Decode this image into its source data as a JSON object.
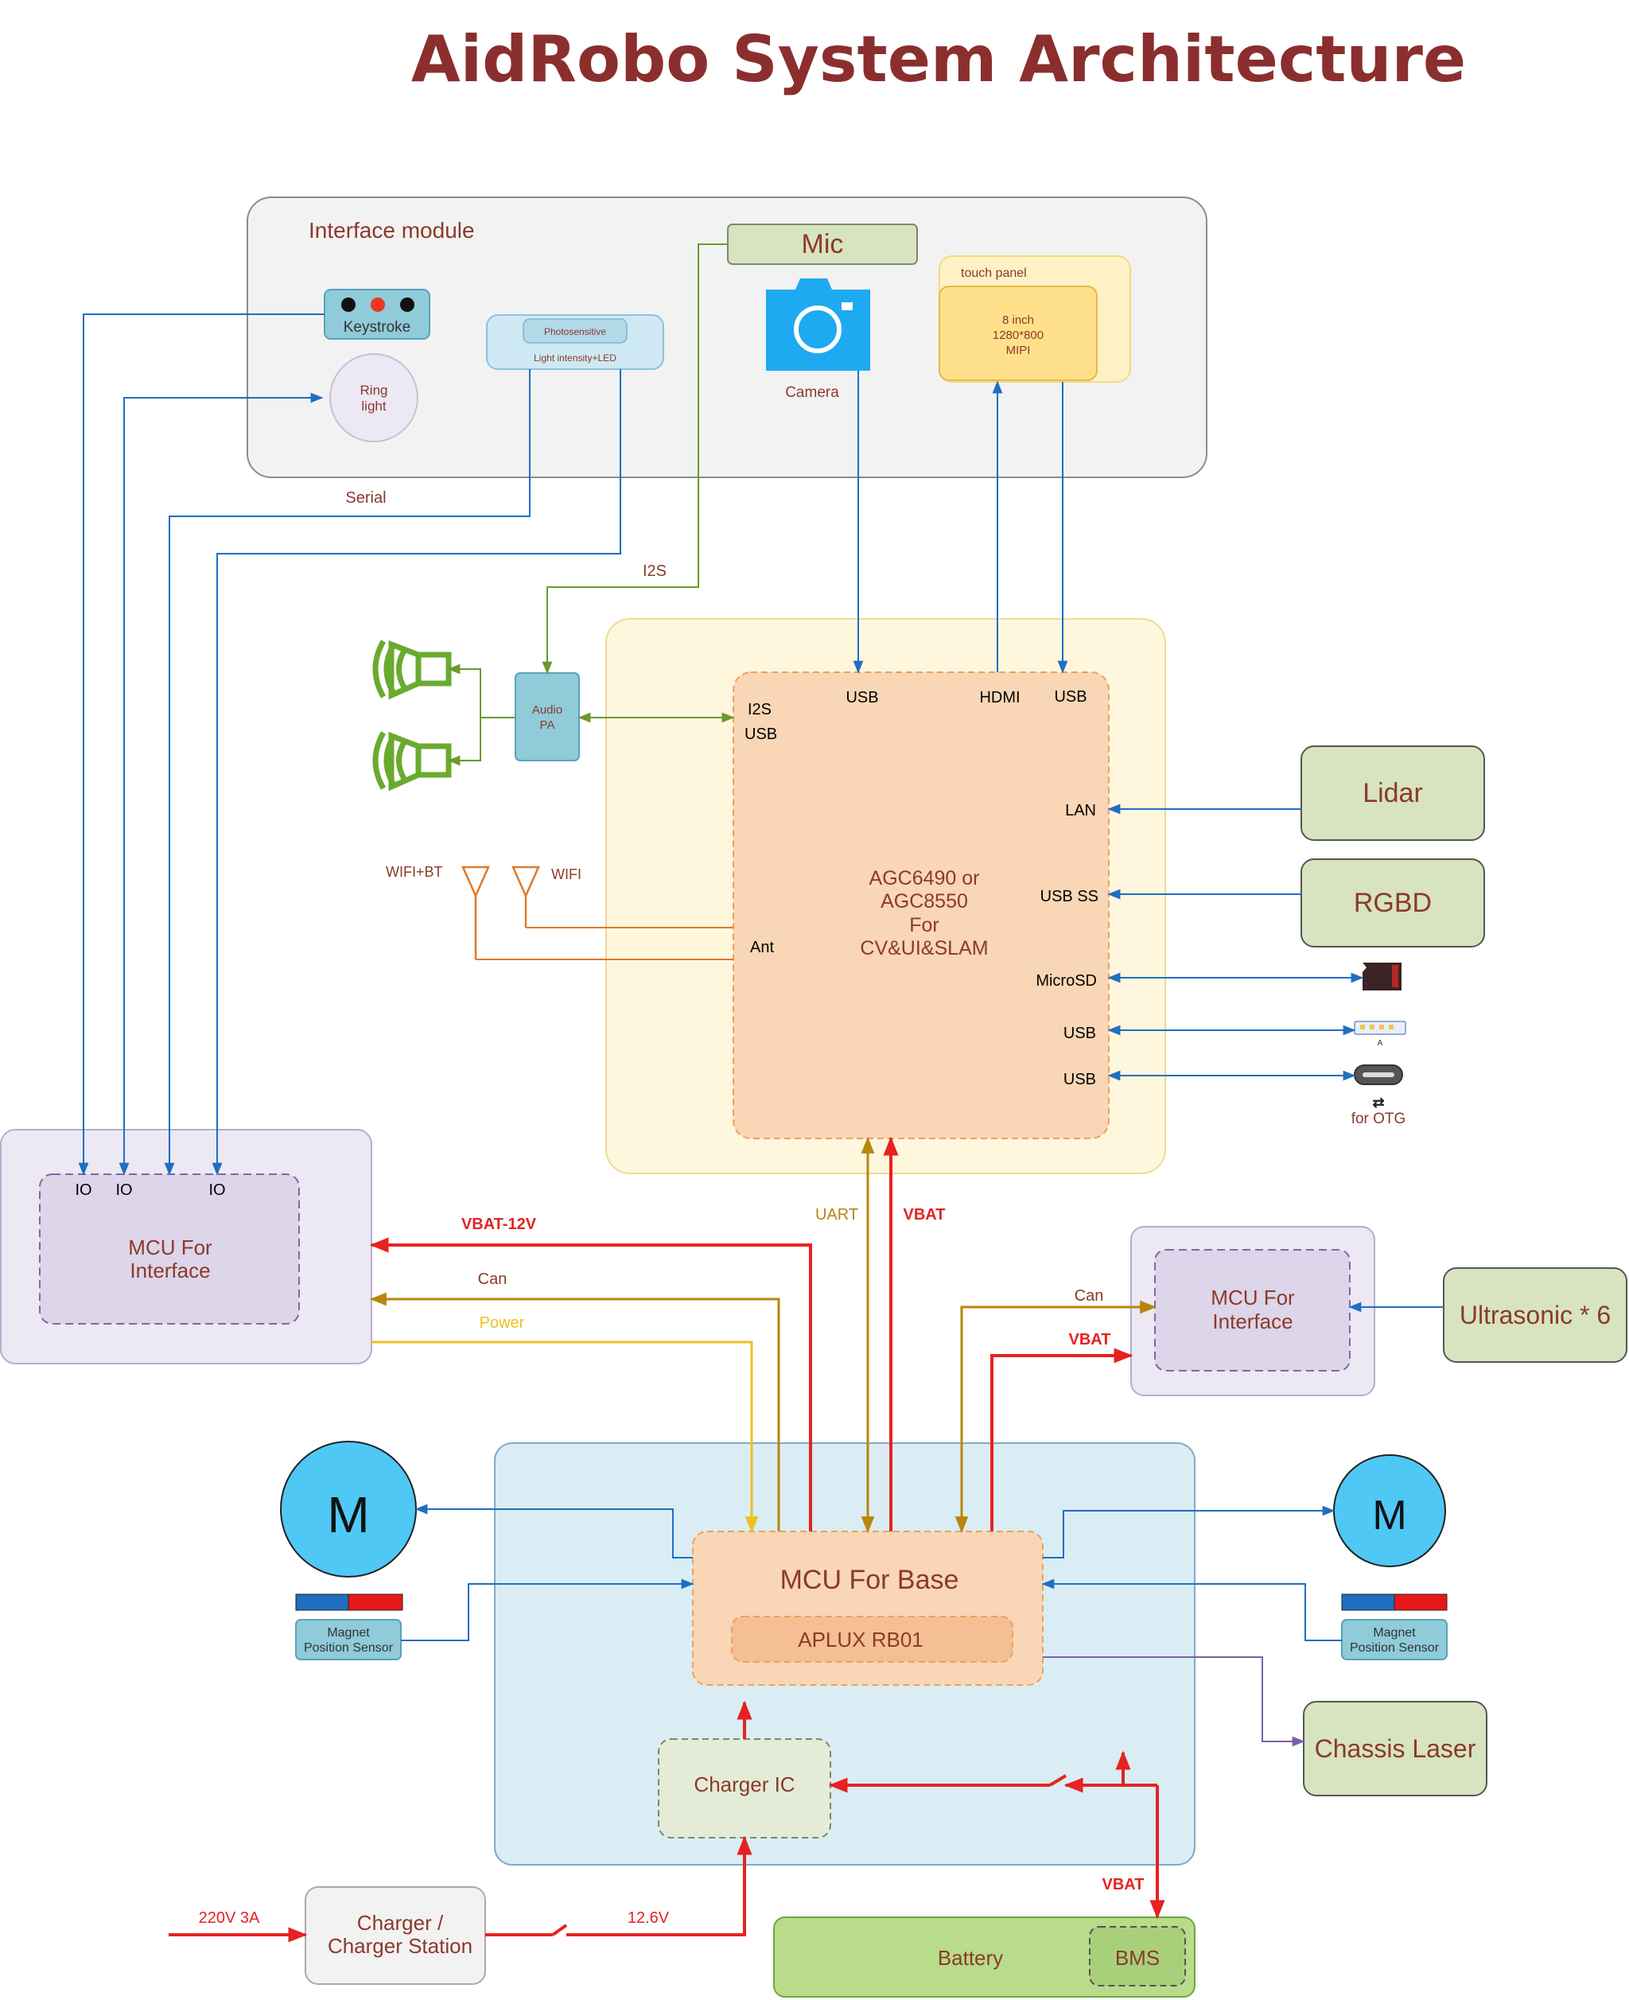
{
  "title": "AidRobo System Architecture",
  "interface_module": {
    "label": "Interface module",
    "keystroke": "Keystroke",
    "ring_light": [
      "Ring",
      "light"
    ],
    "photosensitive": "Photosensitive",
    "light_led": "Light intensity+LED",
    "mic": "Mic",
    "camera": "Camera",
    "touch_panel": "touch panel",
    "display": [
      "8 inch",
      "1280*800",
      "MIPI"
    ]
  },
  "bus_labels": {
    "serial": "Serial",
    "i2s": "I2S",
    "uart": "UART",
    "vbat": "VBAT",
    "vbat_12v": "VBAT-12V",
    "can": "Can",
    "power": "Power",
    "v12_6": "12.6V",
    "v220": "220V 3A"
  },
  "audio_pa": [
    "Audio",
    "PA"
  ],
  "antennas": {
    "wifi_bt": "WIFI+BT",
    "wifi": "WIFI"
  },
  "soc": {
    "name": [
      "AGC6490 or",
      "AGC8550",
      "For",
      "CV&UI&SLAM"
    ],
    "ports": {
      "usb_top1": "USB",
      "hdmi": "HDMI",
      "usb_top2": "USB",
      "i2s": "I2S",
      "usb_left": "USB",
      "ant": "Ant",
      "lan": "LAN",
      "usb_ss": "USB SS",
      "microsd": "MicroSD",
      "usb_r1": "USB",
      "usb_r2": "USB"
    }
  },
  "peripherals": {
    "lidar": "Lidar",
    "rgbd": "RGBD",
    "usb_a_caption": "A",
    "otg_caption": "for OTG",
    "ultrasonic": "Ultrasonic * 6",
    "chassis_laser": "Chassis Laser"
  },
  "mcu_interface_left": {
    "label": [
      "MCU For",
      "Interface"
    ],
    "io": [
      "IO",
      "IO",
      "IO"
    ]
  },
  "mcu_interface_right": {
    "label": [
      "MCU For",
      "Interface"
    ]
  },
  "mcu_base": {
    "label": "MCU For Base",
    "chip": "APLUX RB01"
  },
  "motor_label": "M",
  "magnet_sensor": [
    "Magnet",
    "Position Sensor"
  ],
  "charger_ic": "Charger IC",
  "charger_station": [
    "Charger /",
    "Charger Station"
  ],
  "battery": {
    "label": "Battery",
    "bms": "BMS"
  },
  "colors": {
    "title": "#8b2e2e",
    "blue_line": "#1f6fc0",
    "green_line": "#6a9a2e",
    "orange_line": "#e07a2a",
    "red_line": "#e62222",
    "gold_line": "#b8860b",
    "yellow_line": "#f0c020",
    "purple_line": "#7b5fa8",
    "label_text": "#8b3a2a"
  }
}
